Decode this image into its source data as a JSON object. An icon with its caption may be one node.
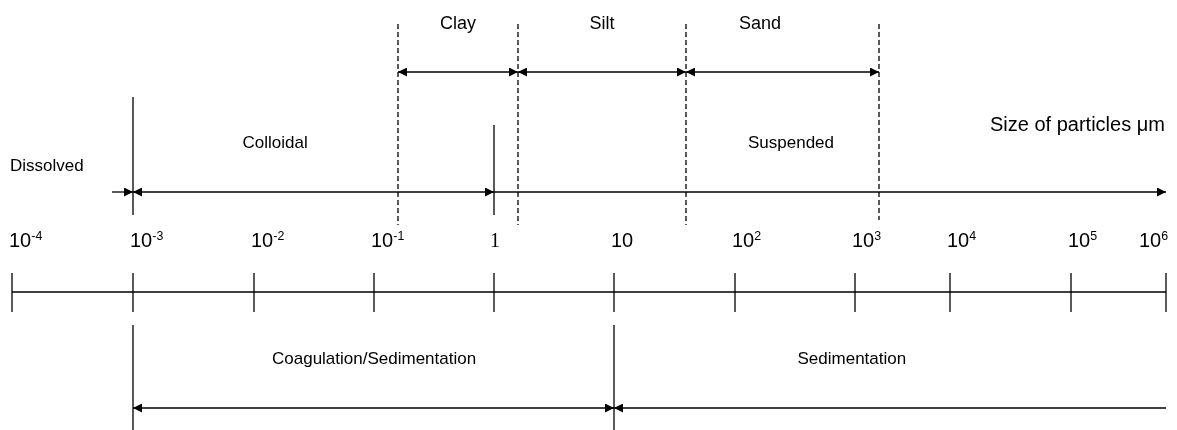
{
  "diagram": {
    "labels": [
      "Clay",
      "Silt",
      "Sand",
      "Colloidal",
      "Suspended",
      "Size of particles μm",
      "Dissolved",
      "10$^{-4}$",
      "10$^{-3}$",
      "10$^{-2}$",
      "10$^{-1}$",
      "1",
      "10",
      "10$^{2}$",
      "10$^{3}$",
      "10$^{4}$",
      "10$^{5}$",
      "10$^{6}$",
      "Coagulation/Sedimentation",
      "Sedimentation"
    ]
  }
}
